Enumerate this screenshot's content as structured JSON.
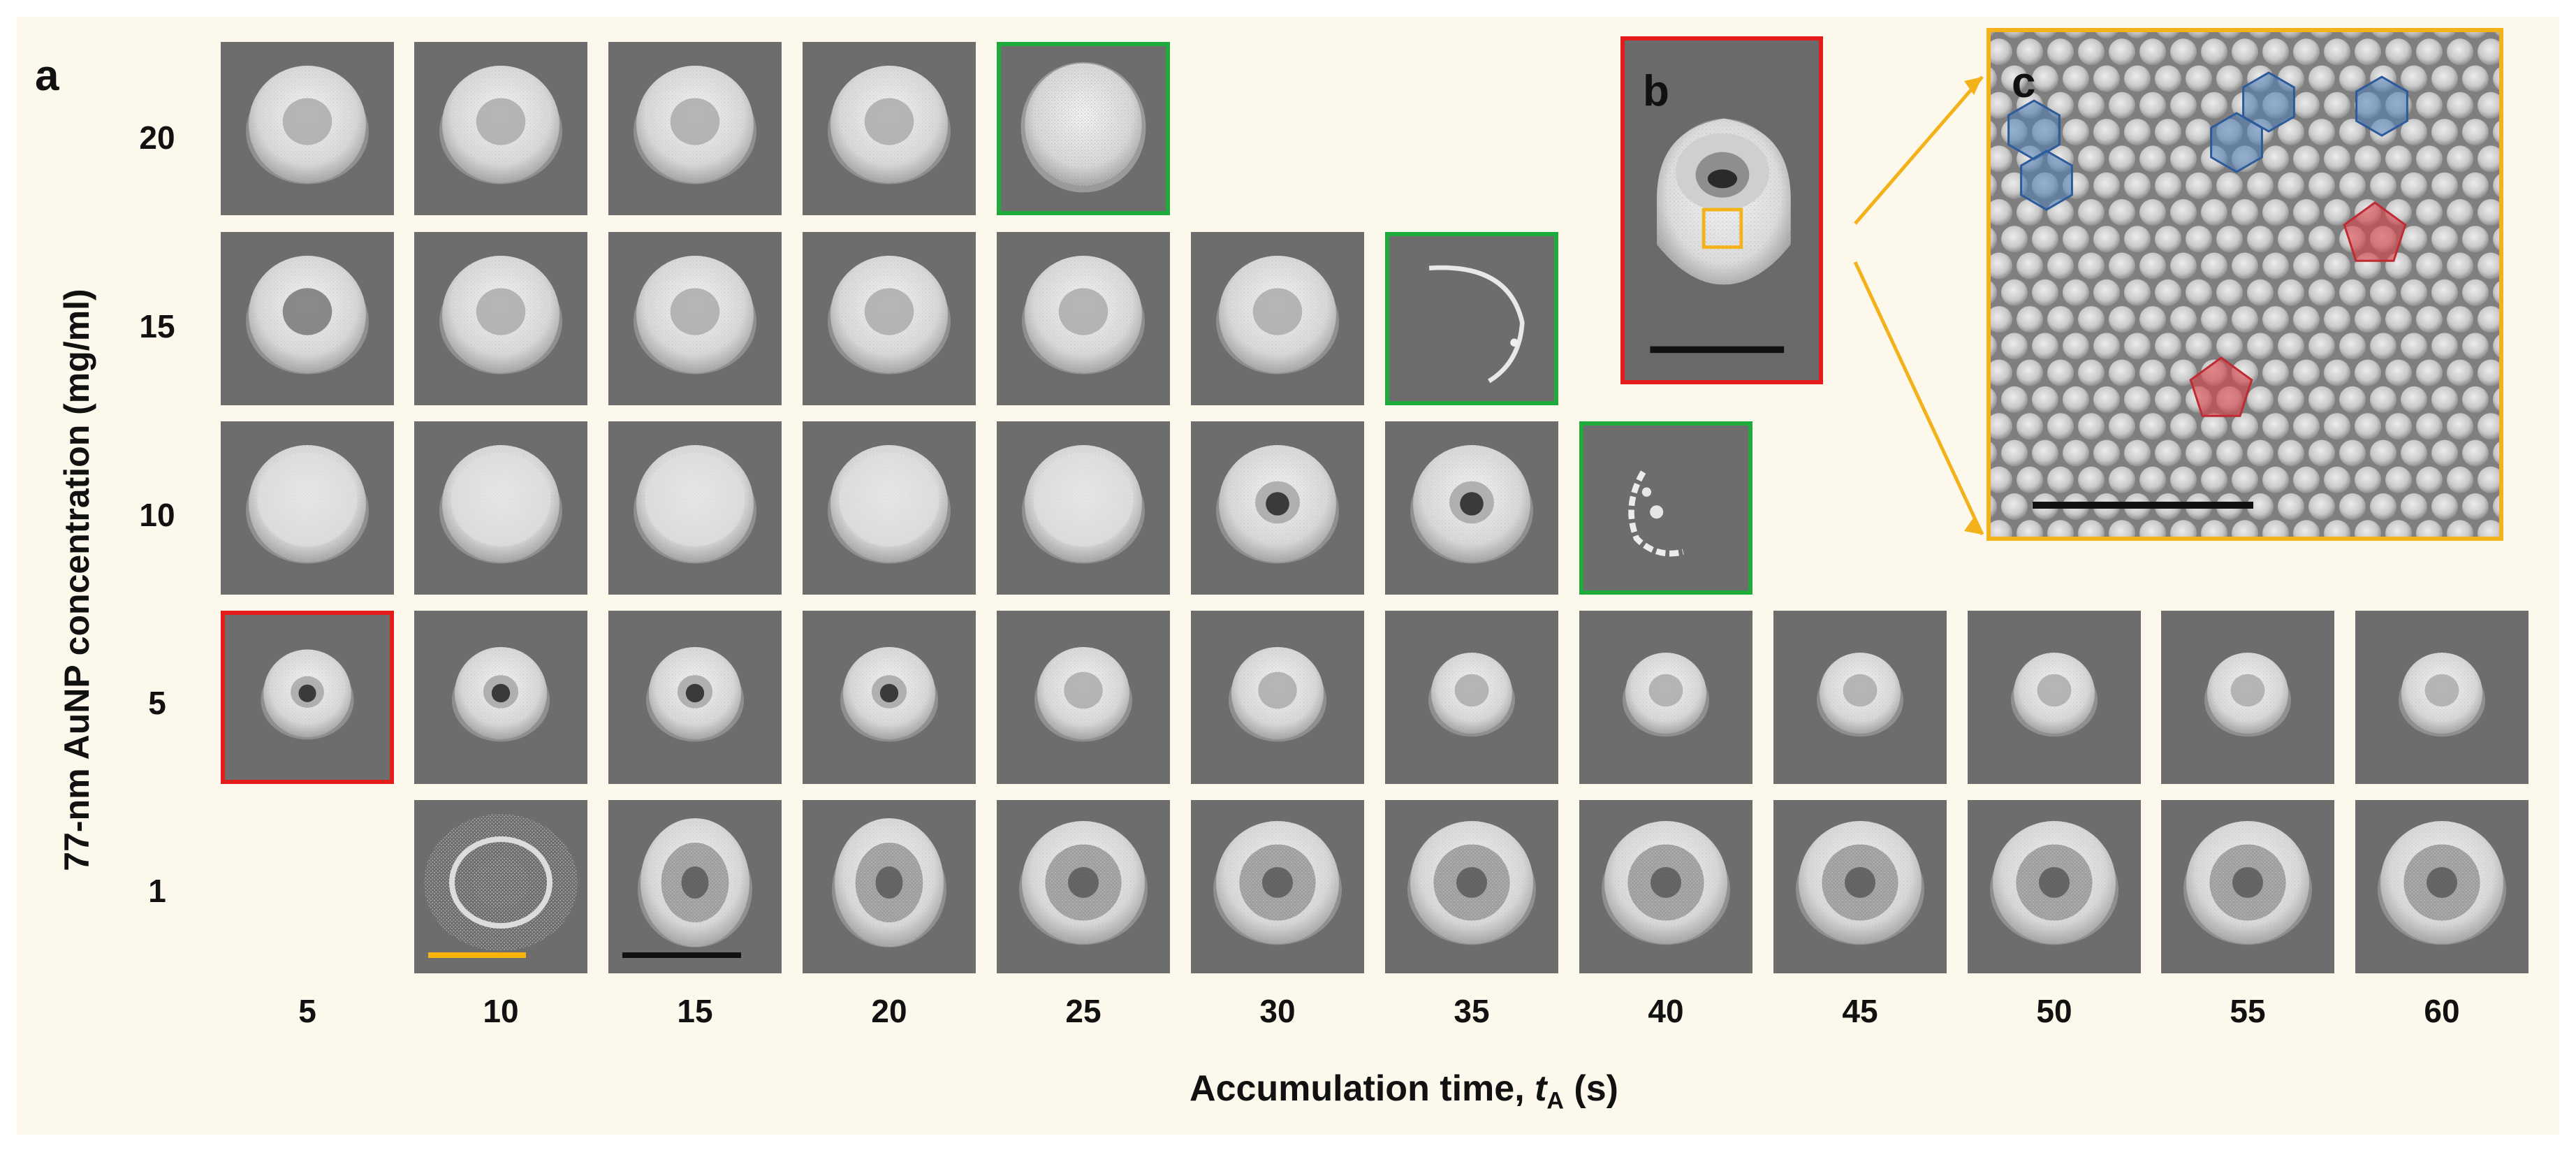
{
  "panels": {
    "a": "a",
    "b": "b",
    "c": "c"
  },
  "y_axis": {
    "title": "77-nm AuNP concentration (mg/ml)",
    "rows": [
      "20",
      "15",
      "10",
      "5",
      "1"
    ]
  },
  "x_axis": {
    "title_prefix": "Accumulation time, ",
    "title_var": "t",
    "title_sub": "A",
    "title_suffix": " (s)",
    "columns": [
      "5",
      "10",
      "15",
      "20",
      "25",
      "30",
      "35",
      "40",
      "45",
      "50",
      "55",
      "60"
    ]
  },
  "colors": {
    "background": "#fdf8ec",
    "tile_gray": "#6d6d6d",
    "highlight_red": "#e41b1b",
    "highlight_green": "#1faa3c",
    "zoom_yellow": "#f4b21a",
    "hexagon_blue": "#4f7fb8",
    "pentagon_red": "#d9424a",
    "scale_yellow": "#f7b40d",
    "scale_black": "#111111"
  },
  "grid": [
    {
      "row": "20",
      "cells": [
        "donut",
        "donut",
        "donut",
        "donut",
        "collapsed-disc"
      ]
    },
    {
      "row": "15",
      "cells": [
        "donut-deep",
        "donut",
        "donut",
        "donut",
        "donut",
        "donut",
        "fragment-arc"
      ]
    },
    {
      "row": "10",
      "cells": [
        "disc",
        "disc",
        "disc",
        "disc",
        "disc",
        "donut-hole",
        "donut-hole",
        "fragment-debris"
      ]
    },
    {
      "row": "5",
      "cells": [
        "donut-hole",
        "donut-hole",
        "donut-hole",
        "donut-hole",
        "donut",
        "donut",
        "donut-small",
        "donut-small",
        "donut-small",
        "donut-small",
        "donut-small",
        "donut-small"
      ]
    },
    {
      "row": "1",
      "cells": [
        "empty",
        "ring-scatter",
        "ring-oval",
        "ring-oval",
        "ring-porous",
        "ring-porous",
        "ring-porous",
        "ring-porous",
        "ring-porous",
        "ring-porous",
        "ring-porous",
        "ring-porous"
      ]
    }
  ],
  "highlights": {
    "red_tile": "5 mg/ml, 5 s",
    "green_tiles": [
      "20 mg/ml, 25 s",
      "15 mg/ml, 35 s",
      "10 mg/ml, 40 s"
    ]
  }
}
